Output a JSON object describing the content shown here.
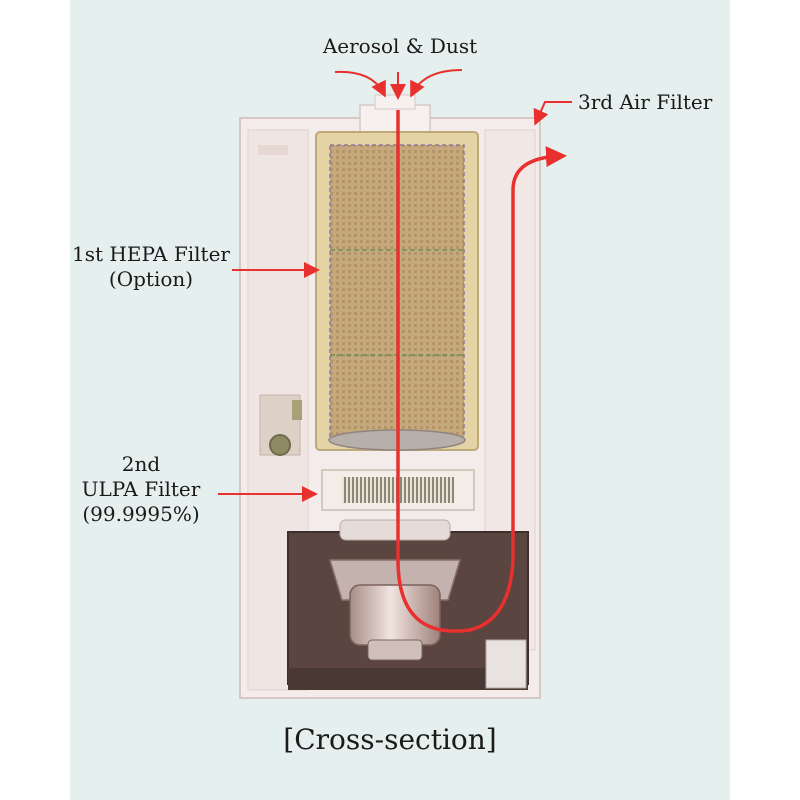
{
  "labels": {
    "inlet": "Aerosol & Dust",
    "third_filter": "3rd Air Filter",
    "hepa_line1": "1st HEPA Filter",
    "hepa_line2": "(Option)",
    "ulpa_line1": "2nd",
    "ulpa_line2": "ULPA Filter",
    "ulpa_line3": "(99.9995%)",
    "caption": "[Cross-section]"
  },
  "colors": {
    "background": "#e4efee",
    "airflow": "#e8302f",
    "housing": "#f3ecea",
    "motor_box": "#5a4541",
    "hepa_media": "#c9ae82",
    "filter_frame": "#e4d3a4"
  }
}
